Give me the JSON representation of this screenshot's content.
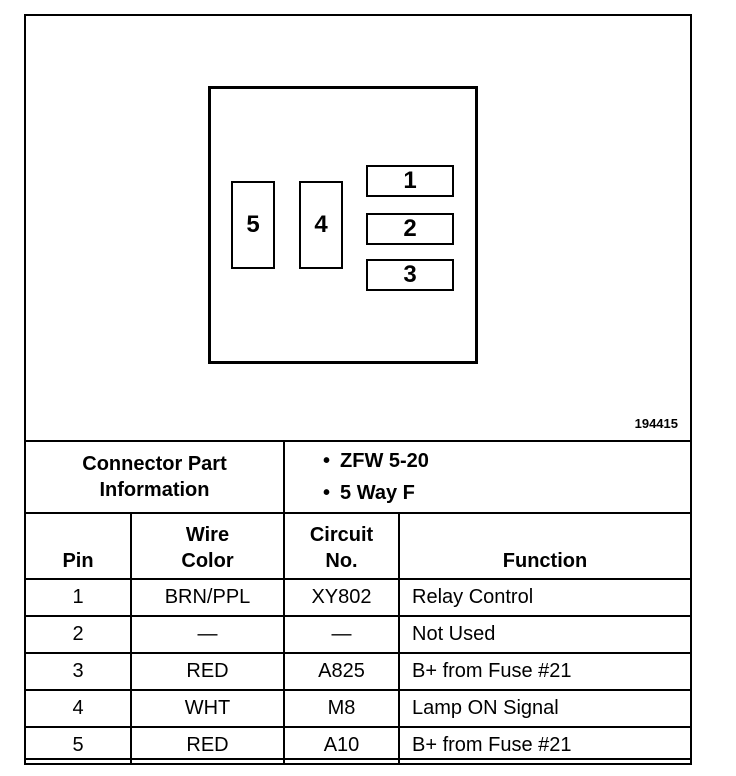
{
  "diagram": {
    "pins": [
      {
        "label": "5"
      },
      {
        "label": "4"
      },
      {
        "label": "1"
      },
      {
        "label": "2"
      },
      {
        "label": "3"
      }
    ],
    "figure_number": "194415"
  },
  "connector_info": {
    "title_line1": "Connector Part",
    "title_line2": "Information",
    "bullet": "•",
    "item1": "ZFW 5-20",
    "item2": "5 Way F"
  },
  "table": {
    "headers": {
      "pin": "Pin",
      "wire_line1": "Wire",
      "wire_line2": "Color",
      "circuit_line1": "Circuit",
      "circuit_line2": "No.",
      "function": "Function"
    },
    "rows": [
      {
        "pin": "1",
        "wire": "BRN/PPL",
        "circuit": "XY802",
        "function": "Relay Control"
      },
      {
        "pin": "2",
        "wire": "—",
        "circuit": "—",
        "function": "Not Used"
      },
      {
        "pin": "3",
        "wire": "RED",
        "circuit": "A825",
        "function": "B+ from Fuse #21"
      },
      {
        "pin": "4",
        "wire": "WHT",
        "circuit": "M8",
        "function": "Lamp ON Signal"
      },
      {
        "pin": "5",
        "wire": "RED",
        "circuit": "A10",
        "function": "B+ from Fuse #21"
      }
    ]
  }
}
